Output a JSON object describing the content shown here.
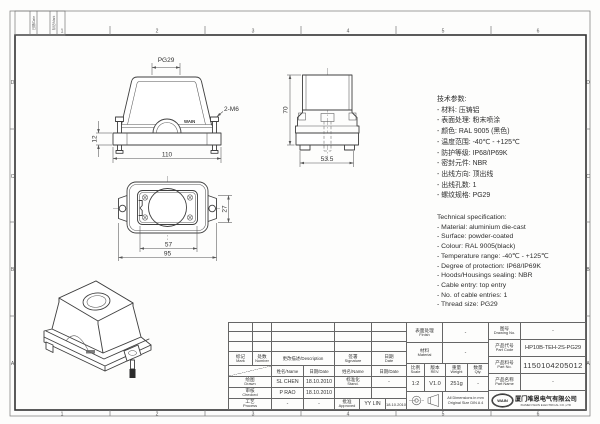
{
  "frame": {
    "zones_top": [
      "1",
      "2",
      "3",
      "4",
      "5",
      "6"
    ],
    "zones_bottom": [
      "1",
      "2",
      "3",
      "4",
      "5",
      "6"
    ],
    "zones_left": [
      "D",
      "C",
      "B",
      "A"
    ],
    "zones_right": [
      "D",
      "C",
      "B",
      "A"
    ],
    "strip_c1": "日期/Date",
    "strip_c2": "标记/Mark"
  },
  "views": {
    "front": {
      "dim_thread": "PG29",
      "dim_screws": "2-M6",
      "dim_width": "110",
      "dim_flange": "12",
      "brand": "WAIN"
    },
    "side": {
      "dim_height": "70",
      "dim_width": "53.5"
    },
    "top": {
      "dim_inner": "57",
      "dim_outer": "95",
      "dim_side": "27"
    }
  },
  "specs_cn": {
    "title": "技术参数:",
    "lines": [
      "- 材料: 压铸铝",
      "- 表面处理: 粉末喷涂",
      "- 颜色: RAL 9005 (黑色)",
      "- 温度范围: -40℃ - +125℃",
      "- 防护等级: IP68/IP69K",
      "- 密封元件: NBR",
      "- 出线方向: 顶出线",
      "- 出线孔数: 1",
      "- 螺纹规格: PG29"
    ]
  },
  "specs_en": {
    "title": "Technical specification:",
    "lines": [
      "- Material: aluminium die-cast",
      "- Surface: powder-coated",
      "- Colour: RAL 9005(black)",
      "- Temperature range: -40℃ - +125℃",
      "- Degree of protection: IP68/IP69K",
      "- Hoods/Housings sealing: NBR",
      "- Cable entry: top entry",
      "- No. of cable entries: 1",
      "- Thread size: PG29"
    ]
  },
  "title_block": {
    "headers": {
      "mark_cn": "标记",
      "mark_en": "Mark",
      "number_cn": "处数",
      "number_en": "Number",
      "description": "更改描述/Description",
      "signature_cn": "签署",
      "signature_en": "Signature",
      "date_cn": "日期",
      "date_en": "Date",
      "name": "姓名/Name",
      "date": "日期/Date"
    },
    "roles": {
      "drawn_cn": "绘图",
      "drawn_en": "Drawn",
      "checked_cn": "审核",
      "checked_en": "Checked",
      "process_cn": "工艺",
      "process_en": "Process",
      "stand_cn": "标准化",
      "stand_en": "Stand.",
      "approved_cn": "批准",
      "approved_en": "Approved"
    },
    "values": {
      "drawn_name": "SL CHEN",
      "drawn_date": "18.10.2010",
      "checked_name": "P RAO",
      "checked_date": "18.10.2010",
      "process_name": "-",
      "process_date": "-",
      "stand_value": "-",
      "approved_name": "YY LIN",
      "approved_date": "18.10.2010"
    },
    "fields": {
      "finish_cn": "表面处理",
      "finish_en": "Finish",
      "finish_value": "-",
      "material_cn": "材料",
      "material_en": "Material",
      "material_value": "-",
      "scale_cn": "比例",
      "scale_en": "Scale",
      "scale_value": "1:2",
      "rev_cn": "版本",
      "rev_en": "REV.",
      "rev_value": "V1.0",
      "weight_cn": "重量",
      "weight_en": "Weight",
      "weight_value": "251g",
      "qty_cn": "数量",
      "qty_en": "Qty.",
      "qty_value": "-",
      "drawing_no_cn": "图号",
      "drawing_no_en": "Drawing No.",
      "drawing_no_value": "-",
      "part_code_cn": "产品代号",
      "part_code_en": "Part Code",
      "part_code_value": "HP10B-TEH-2S-PG29",
      "part_no_cn": "产品料号",
      "part_no_en": "Part No.",
      "part_no_value": "1150104205012",
      "part_name_cn": "产品名称",
      "part_name_en": "Part Name",
      "part_name_value": "-"
    },
    "notes": {
      "dims_line1": "All Dimensions in mm",
      "dims_line2": "Original Size DIN A 4"
    },
    "company": {
      "logo": "WAIN",
      "name_cn": "厦门唯恩电气有限公司",
      "name_en": "XIAMEN WAIN ELECTRICAL CO.,LTD"
    }
  }
}
